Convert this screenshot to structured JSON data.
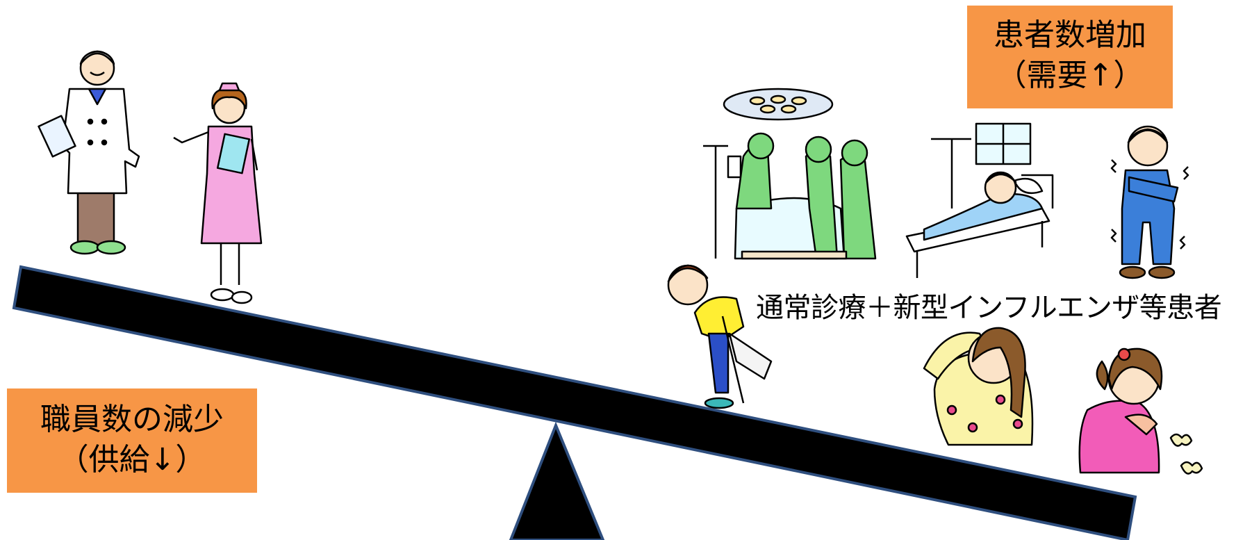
{
  "demand_box": {
    "line1": "患者数増加",
    "line2": "（需要↑）"
  },
  "supply_box": {
    "line1": "職員数の減少",
    "line2": "（供給↓）"
  },
  "patients_label": "通常診療＋新型インフルエンザ等患者",
  "colors": {
    "box": "#f79646",
    "beam": "#000000",
    "beam_edge": "#2f4f7f",
    "surgical_green": "#7ed87e",
    "nurse_pink": "#f5a8e0",
    "suit_blue": "#3b7fd9",
    "shirt_yellow": "#ffee33",
    "pajama_yellow": "#faf3a8",
    "girl_pink": "#f25cb8"
  },
  "icons": [
    "doctor-icon",
    "nurse-icon",
    "surgery-team-icon",
    "surgical-lamp-icon",
    "hospital-bed-patient-icon",
    "chilled-man-icon",
    "injured-boy-crutch-icon",
    "headache-woman-icon",
    "coughing-girl-icon",
    "seesaw-beam",
    "seesaw-fulcrum"
  ]
}
